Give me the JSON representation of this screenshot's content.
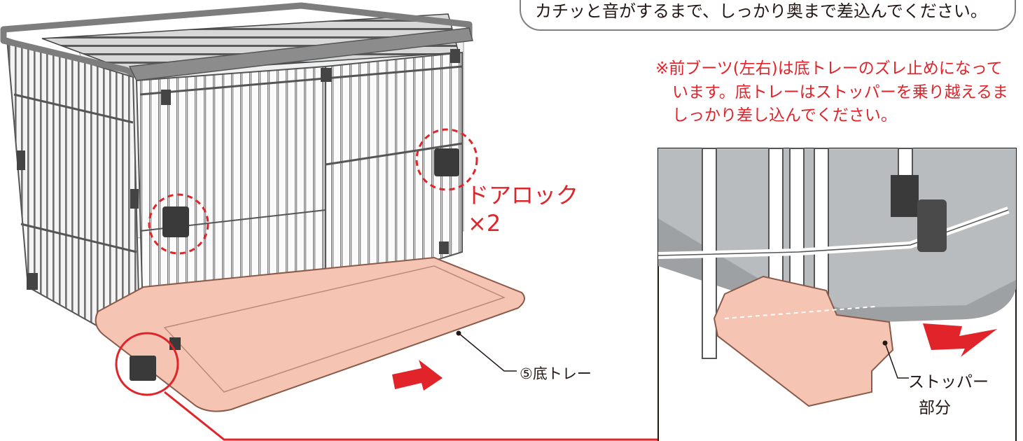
{
  "top_callout": {
    "text": "カチッと音がするまで、しっかり奥まで差込んでください。"
  },
  "note": {
    "line1": "※前ブーツ(左右)は底トレーのズレ止めになって",
    "line2": "います。底トレーはストッパーを乗り越えるま",
    "line3": "しっかり差し込んでください。"
  },
  "labels": {
    "door_lock": "ドアロック",
    "door_lock_qty": "×2",
    "bottom_tray": "⑤底トレー",
    "stopper_line1": "ストッパー",
    "stopper_line2": "部分"
  },
  "colors": {
    "accent_red": "#e0242a",
    "tray_pink": "#f5c4b3",
    "frame_gray": "#8c8c8c",
    "wire_gray": "#5a5a5a",
    "panel_gray": "#b9bcbe",
    "text_dark": "#231815"
  }
}
